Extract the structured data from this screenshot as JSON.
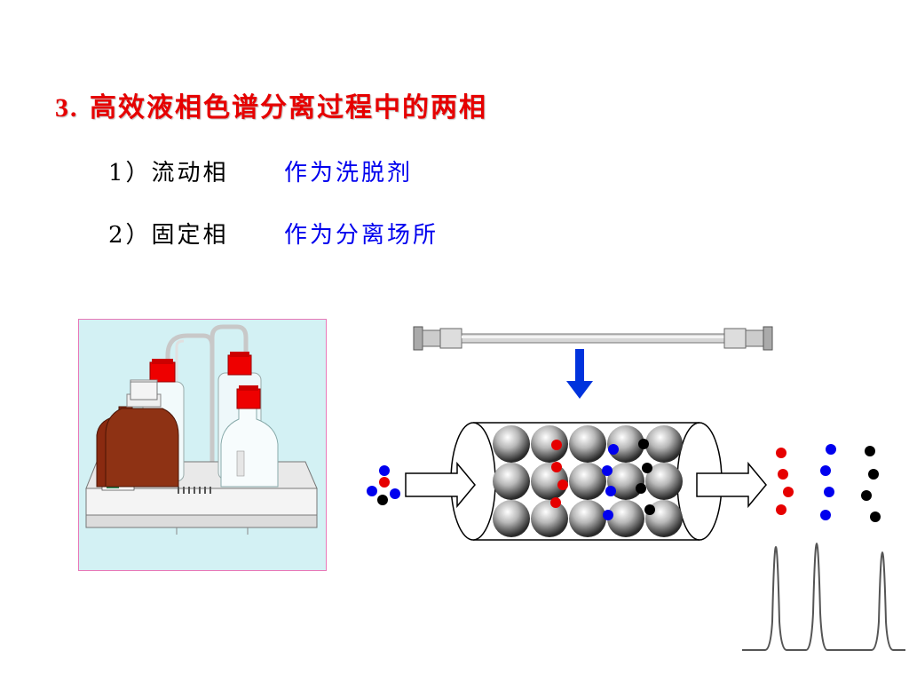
{
  "slide": {
    "title_number": "3.",
    "title_text": "高效液相色谱分离过程中的两相",
    "items": [
      {
        "label": "1）流动相",
        "description": "作为洗脱剂"
      },
      {
        "label": "2）固定相",
        "description": "作为分离场所"
      }
    ]
  },
  "colors": {
    "title": "#e60000",
    "description": "#0000ee",
    "photo_background": "#d3f1f4",
    "photo_border": "#e878b8",
    "component_red": "#e60000",
    "component_blue": "#0000ee",
    "component_black": "#000000",
    "arrow_blue": "#0033dd"
  },
  "figures": {
    "instrument_photo": "solvent-bottles-tray",
    "column_illustration": "hplc-column",
    "separation_diagram": "packed-column-separation",
    "chromatogram": "three-peak-chromatogram"
  }
}
